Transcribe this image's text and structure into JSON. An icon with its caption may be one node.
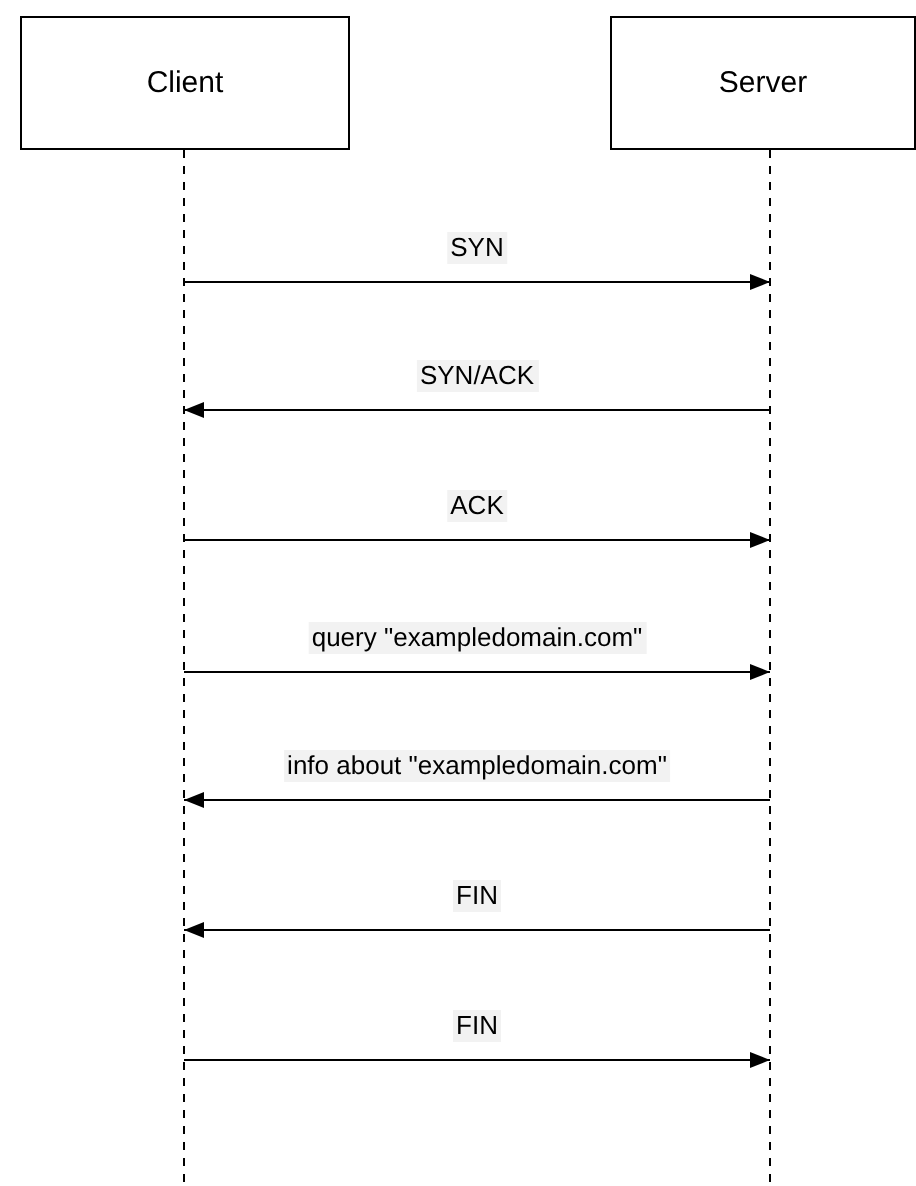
{
  "diagram": {
    "nodes": [
      {
        "text": [
          "Client"
        ]
      },
      {
        "text": [
          "Server"
        ]
      }
    ],
    "edges": [
      {
        "from": 0,
        "to": 1,
        "arrow": "to",
        "label": "SYN"
      },
      {
        "from": 1,
        "to": 0,
        "arrow": "to",
        "label": "SYN/ACK"
      },
      {
        "from": 0,
        "to": 1,
        "arrow": "to",
        "label": "ACK"
      },
      {
        "from": 0,
        "to": 1,
        "arrow": "to",
        "label": "query \"exampledomain.com\""
      },
      {
        "from": 1,
        "to": 0,
        "arrow": "to",
        "label": "info about \"exampledomain.com\""
      },
      {
        "from": 1,
        "to": 0,
        "arrow": "to",
        "label": "FIN"
      },
      {
        "from": 0,
        "to": 1,
        "arrow": "to",
        "label": "FIN"
      }
    ]
  }
}
